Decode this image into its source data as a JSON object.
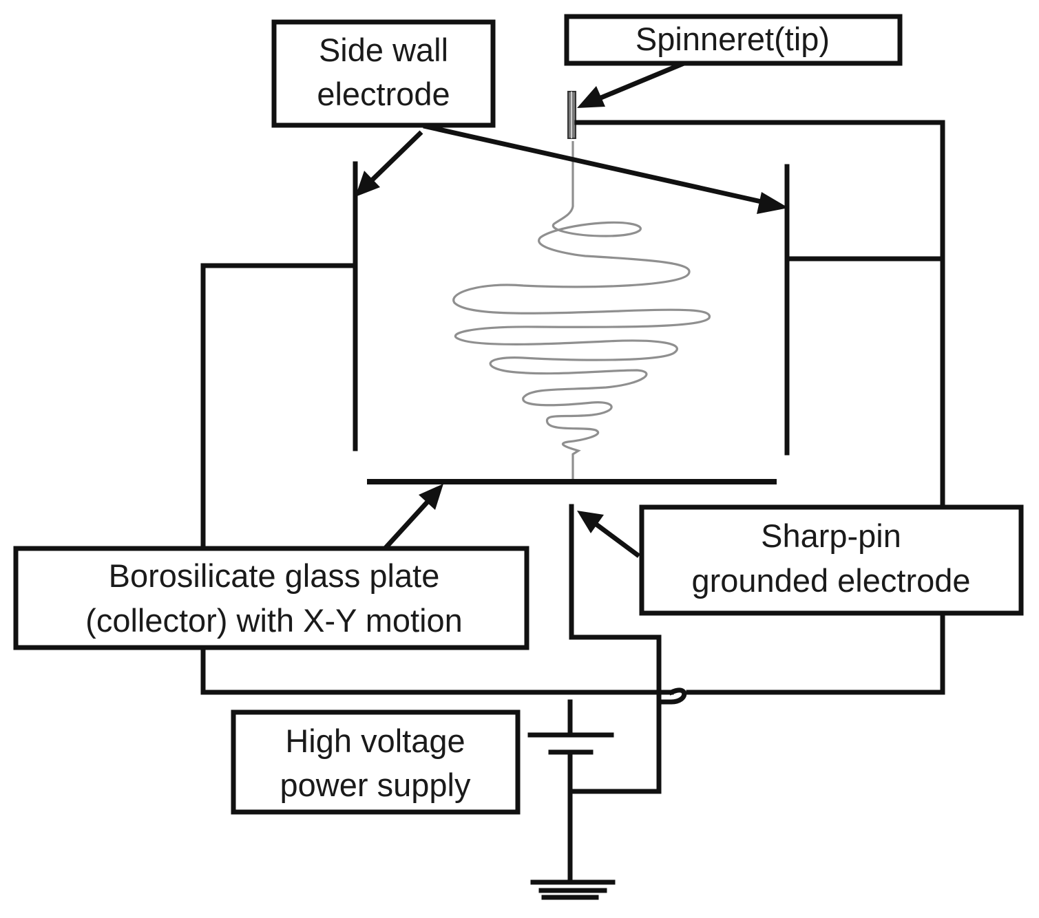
{
  "labels": {
    "side_wall_electrode": [
      "Side wall",
      "electrode"
    ],
    "spinneret": [
      "Spinneret(tip)"
    ],
    "glass_plate": [
      "Borosilicate glass plate",
      "(collector) with X-Y motion"
    ],
    "sharp_pin": [
      "Sharp-pin",
      "grounded electrode"
    ],
    "power_supply": [
      "High voltage",
      "power supply"
    ]
  },
  "colors": {
    "line": "#111111",
    "jet": "#8f8f8f",
    "text": "#1a1a1a",
    "background": "#ffffff"
  }
}
